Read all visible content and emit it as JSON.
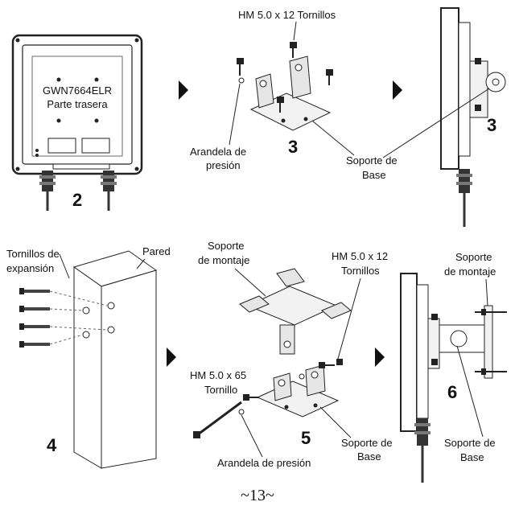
{
  "panel1": {
    "model_line1": "GWN7664ELR",
    "model_line2": "Parte trasera",
    "step": "2"
  },
  "panel2": {
    "screws_label": "HM 5.0 x 12 Tornillos",
    "washer_line1": "Arandela de",
    "washer_line2": "presión",
    "base_line1": "Soporte de",
    "base_line2": "Base",
    "step": "3"
  },
  "panel3": {
    "step": "3"
  },
  "panel4": {
    "anchors_line1": "Tornillos de",
    "anchors_line2": "expansión",
    "wall_label": "Pared",
    "step": "4"
  },
  "panel5": {
    "mount_line1": "Soporte",
    "mount_line2": "de montaje",
    "screws_line1": "HM 5.0 x 12",
    "screws_line2": "Tornillos",
    "bolt_line1": "HM 5.0 x 65",
    "bolt_line2": "Tornillo",
    "washer_label": "Arandela de presión",
    "base_line1": "Soporte de",
    "base_line2": "Base",
    "step": "5"
  },
  "panel6": {
    "mount_line1": "Soporte",
    "mount_line2": "de montaje",
    "base_line1": "Soporte de",
    "base_line2": "Base",
    "step": "6"
  },
  "footer": {
    "page_number": "~13~"
  }
}
